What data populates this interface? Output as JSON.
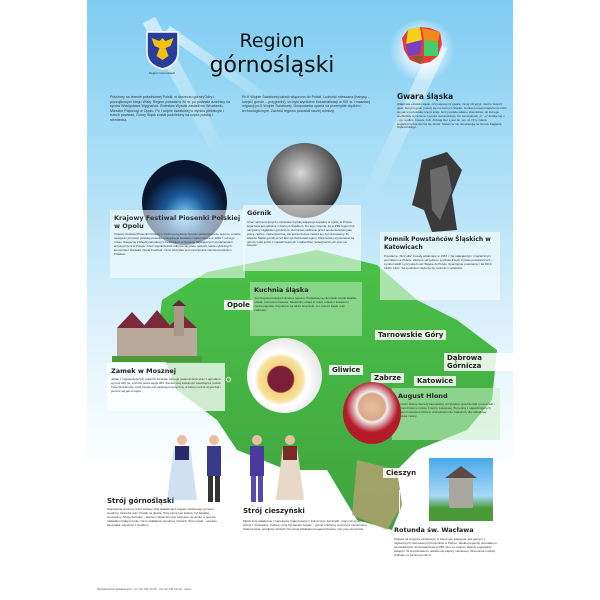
{
  "title": {
    "line1": "Region",
    "line2": "górnośląski"
  },
  "crest": {
    "caption": "Region Górnośląski",
    "colors": {
      "shield": "#2a3d9a",
      "eagle": "#f3c20f"
    }
  },
  "intro": {
    "left": "Położony na terenie południowej Polski, w dorzeczu górnej Odry i początkowym biegu Wisły. Region powstał w XII w. po podziale dzielnicy na synów Władysława Wygnańca. Bolesław Wysoki zasiadł we Wrocławiu, Mieszko Plątonogi w Opolu. Po I wojnie światowej w wyniku plebiscytu i trzech powstań, Górny Śląsk został podzielony na część polską i niemiecką.",
    "right": "Po II Wojnie Światowej całość włączono do Polski. Ludność mieszana (hanysy – tutejsi i gorole – przyjezdni), co było wynikiem industrializacji w XIX w. i masowej migracji po II Wojnie Światowej. Gospodarka oparta na przemyśle ciężkim i technologicznym. Zachód regionu pozostał raczej rolniczy."
  },
  "sections": {
    "gwara": {
      "heading": "Gwara śląska",
      "text": "Właściwie etnolekt śląski, czyli więcej niż gwara, mniej niż język. Jest to zespół gwar, którymi godo (mówi) się na Górnym Śląsku. Godka (mowa) tutejsza nie różni się jak w pozostałej części kraju, lecz posiada własne słownictwo, do którego dochodziły wyrażenia z języka niemieckiego. Do samogłosek „ó”, „ą” dodaje się u – np. uodbic, trouwa, zolli. Znikają liter ą jest do, om, ół. Przy zdaniu angielszczyzna tworzą się słowa. Nazwy te nie obowiązują na terenie Zagłębia Dąbrowskiego."
    },
    "festiwal": {
      "heading": "Krajowy Festiwal Piosenki Polskiej w Opolu",
      "text": "Krajowy Festiwal Piosenki Polskiej w Opolu pomyślany był jako podsumowanie sezonu, a także okazja do promocji polskiej piosenki. Inauguracja festiwalu miała miejsce w 1963 r. od tego czasu zbiega się z Międzynarodowym Festiwalem w Sopocie największymi wydarzeniami artystycznymi w Polsce. Choć współcześnie odbywa się wiele nowych, także cyklicznych koncertów i festiwali, Opole Festiwal, mimo wszystko jest niezmiennie zainteresowaniem Polaków."
    },
    "gornik": {
      "heading": "Górnik",
      "text": "Choć nazwa ta dotyczy człowieka wydobywającego kopaliny w ogóle, w Polsce kojarzona jest głównie z Górnym Śląskiem. Do tego stopnia, że w PRL region był nazywany zagłębiem górniczym. Górnictwo widziane przez społeczeństwo jako pracę ciężką i niebezpieczną, ale jednocześnie zawód ten był szanowany. To właśnie Śląski górnik przez lata symbolizował region. Najczęściej wymieniane są górnicy jako jedno z najważniejszych i najbardziej niebezpiecznych prac na świecie."
    },
    "pomnik": {
      "heading": "Pomnik Powstańców Śląskich w Katowicach",
      "text": "Popularne „Skrzydła” zostały odsłonięte w 1967 r. Są największym i najcięższym pomnikiem w Polsce. Złożone skrzydła to symbole trzech zrywów powstańczych – symbol walki o przynależność Śląska do Polski. Upamiętnia powstania z lat 1919, 1920 i 1921. Są symbolem dążenia do wolności i polskości."
    },
    "kuchnia": {
      "heading": "Kuchnia śląska",
      "text": "Jest bogatą tradycją kulinarną regionu. Podstawą są ziemniaki, kluski śląskie, rolada, czerwona kapusta. Niedzielny obiad to rosół, rolada z kluskami i modrą kapustą. Popularne są także krupnioki, żur, kołocz śląski oraz makówki."
    },
    "zamek": {
      "heading": "Zamek w Mosznej",
      "text": "Jeden z najpiękniejszych polskich zamków, którego powierzchnia wraz z ogrodami wynosi 200 ha, a liczba pokoi sięga 365. Zamek swą świetność zawdzięcza rodowi Tiele-Wincklerów. Dziś zamek jest atrakcją turystyczną, w której można wypocząć i poczuć się jak w bajce."
    },
    "hlond": {
      "heading": "August Hlond",
      "text": "Pierwszy biskup diecezji katowickiej, Arcybiskup gnieźnieński i poznański i prymas Polski w czasie II wojny światowej. Był jedną z najważniejszych postaci Kościoła w Polsce, wszechstronnie zasłużony dla odbudowy państwa i wiary."
    },
    "rotunda": {
      "heading": "Rotunda św. Wacława",
      "text": "Stojąca na wzgórzu zamkowym w Cieszynie świątynia, jest jednym z najstarszych zachowanych budynków w Polsce. Według legendy powstała po wprowadzeniu chrześcijaństwa w 965 roku na miejscu dawnej pogańskiej świątyni. W średniowieczu pełniła rolę kaplicy zamkowej. Wizerunek rotundy widnieje na banknocie 20 zł."
    },
    "stroj_gorno": {
      "heading": "Strój górnośląski",
      "text": "Najczęściej noszony przez kobiety strój składał się z bogato zdobionego gorsetu, spódnicy, fartucha oraz chustki na głowie. Strój zamężnej kobiety był bardziej stonowany. Stroje damskie – suknie z aksamitu były zapinane na guziki, a pod nie zakładano białą koszulę. Na to zakładano spódnicę i fartuch. Strój męski – spodnie, kamizelka, kapelusz z piórkiem."
    },
    "stroj_cieszyn": {
      "heading": "Strój cieszyński",
      "text": "Męski strój składał się z kapelusza, białej koszuli z kołnierzem, kamizelki, czarnych spodni i butów z cholewami. Kobiecy strój był bardzo bogaty – gorset zdobiony srebrnymi elementami, biała koszula, spódnica i fartuch. Do stroju zakładano bogatą biżuterię, tzw. pas cieszyński."
    }
  },
  "map_labels": {
    "opole": "Opole",
    "tarnowskie": "Tarnowskie Góry",
    "dabrowa": "Dąbrowa Górnicza",
    "gliwice": "Gliwice",
    "zabrze": "Zabrze",
    "katowice": "Katowice",
    "cieszyn": "Cieszyn"
  },
  "footer": "Wydawnictwo Edukacyjne · tel. 32 745 10 00 · fax 32 745 10 10 · www"
}
